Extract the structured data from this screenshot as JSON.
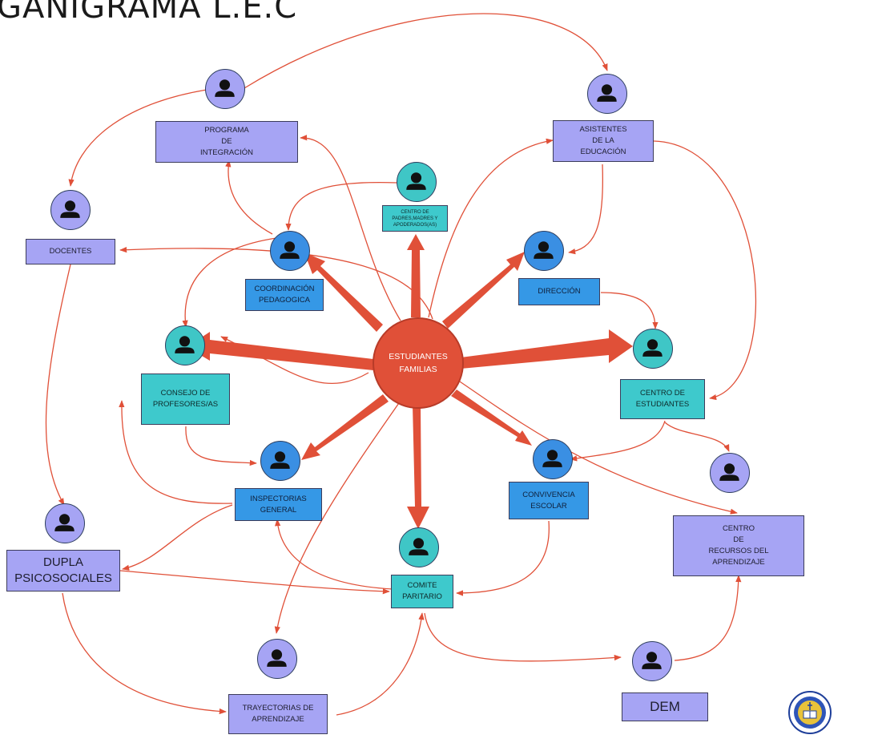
{
  "title": "GANIGRAMA L.E.C",
  "center": {
    "label": "ESTUDIANTES\nFAMILIAS",
    "color": "#e05038"
  },
  "colors": {
    "arrow": "#e05038",
    "lavender": "#a6a4f4",
    "blue": "#3598e6",
    "teal": "#3ec9cc"
  },
  "nodes": {
    "programa": "PROGRAMA\nDE\nINTEGRACIÓN",
    "asistentes": "ASISTENTES\nDE LA\nEDUCACIÓN",
    "centro_padres": "CENTRO DE\nPADRES,MADRES Y\nAPODERADOS(AS)",
    "docentes": "DOCENTES",
    "coordinacion": "COORDINACIÓN\nPEDAGOGICA",
    "direccion": "DIRECCIÓN",
    "consejo": "CONSEJO DE\nPROFESORES/AS",
    "centro_estudiantes": "CENTRO DE\nESTUDIANTES",
    "inspectorias": "INSPECTORIAS\nGENERAL",
    "convivencia": "CONVIVENCIA\nESCOLAR",
    "centro_recursos": "CENTRO\nDE\nRECURSOS DEL\nAPRENDIZAJE",
    "dupla": "DUPLA\nPSICOSOCIALES",
    "comite": "COMITE\nPARITARIO",
    "trayectorias": "TRAYECTORIAS DE\nAPRENDIZAJE",
    "dem": "DEM"
  },
  "icon": "person-icon",
  "logo_icon": "school-seal-icon"
}
